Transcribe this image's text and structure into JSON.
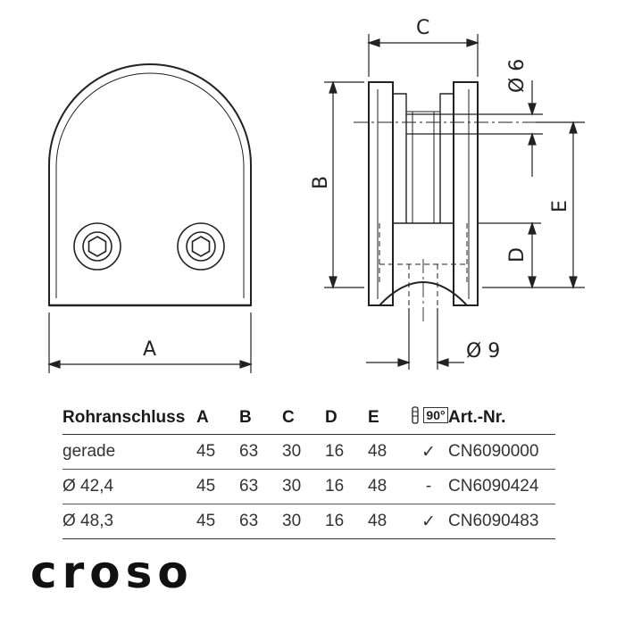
{
  "drawing": {
    "labels": {
      "A": "A",
      "B": "B",
      "C": "C",
      "D": "D",
      "E": "E",
      "hole_diameter": "Ø 6",
      "pin_diameter": "Ø 9"
    }
  },
  "table": {
    "headers": [
      "Rohranschluss",
      "A",
      "B",
      "C",
      "D",
      "E",
      "90°",
      "Art.-Nr."
    ],
    "rows": [
      [
        "gerade",
        "45",
        "63",
        "30",
        "16",
        "48",
        "✓",
        "CN6090000"
      ],
      [
        "Ø 42,4",
        "45",
        "63",
        "30",
        "16",
        "48",
        "-",
        "CN6090424"
      ],
      [
        "Ø 48,3",
        "45",
        "63",
        "30",
        "16",
        "48",
        "✓",
        "CN6090483"
      ]
    ]
  },
  "brand": {
    "logo": "croso"
  }
}
